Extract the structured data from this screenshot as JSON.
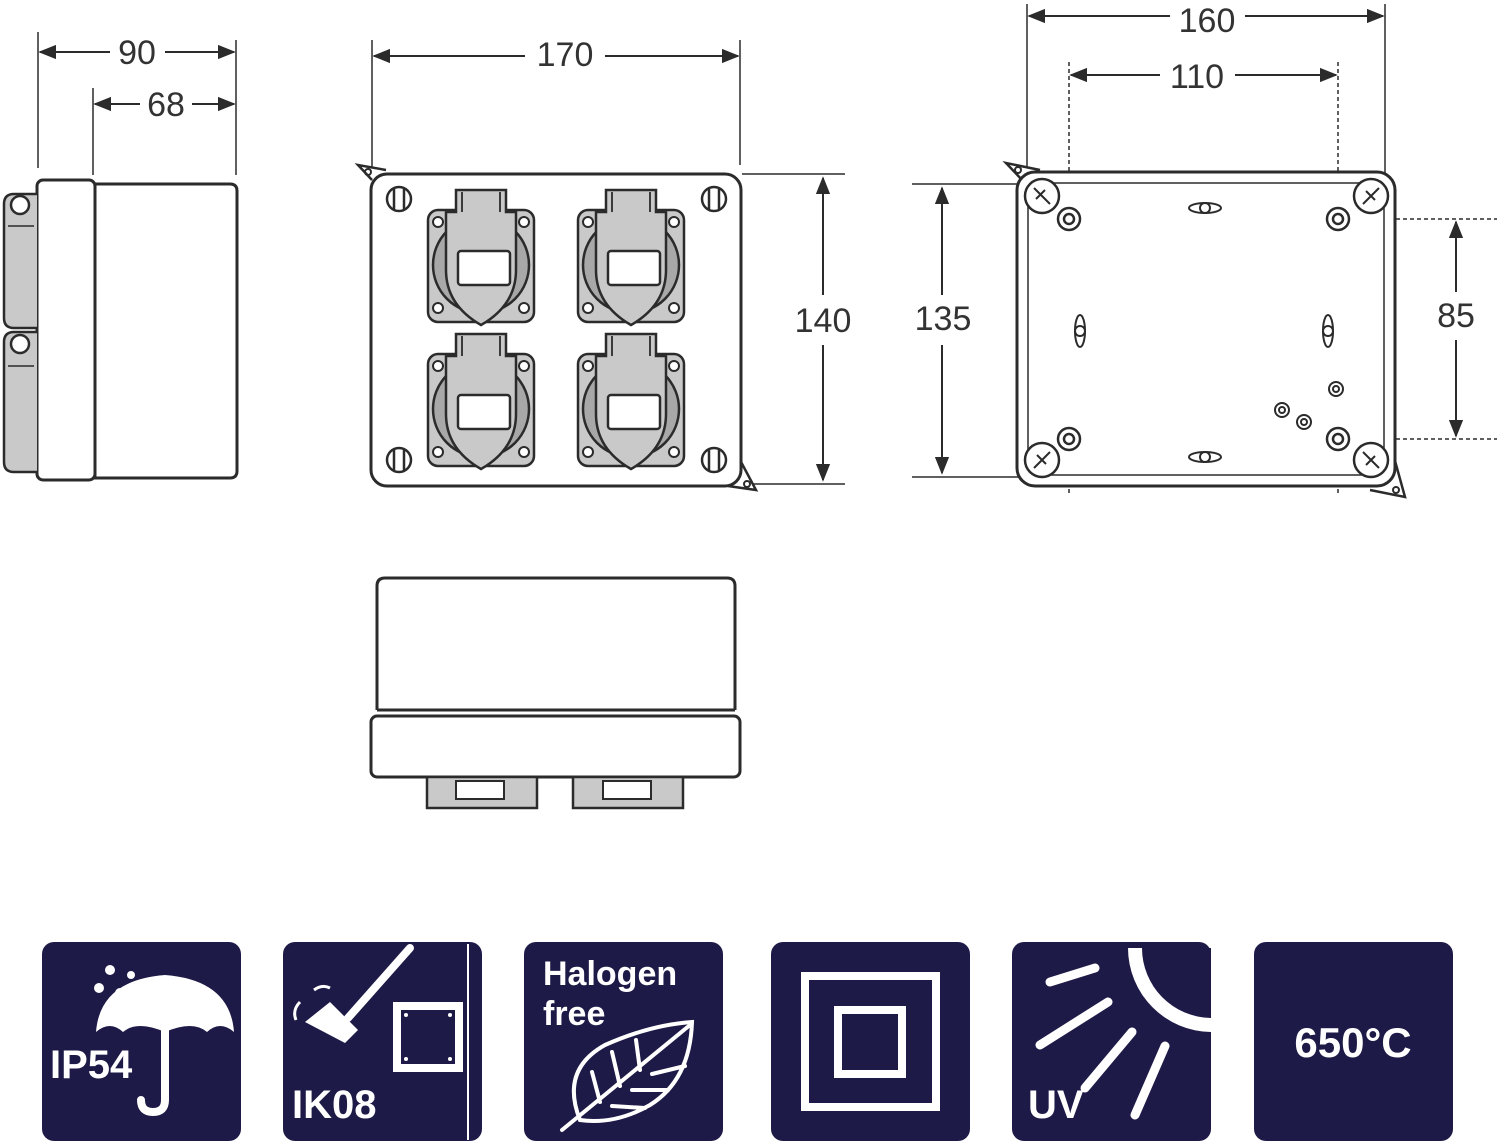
{
  "dimensions": {
    "side_total": "90",
    "side_inner": "68",
    "front_width": "170",
    "front_height": "140",
    "back_width": "160",
    "back_hole_spacing_x": "110",
    "back_height": "135",
    "back_hole_spacing_y": "85"
  },
  "badges": [
    {
      "id": "ip",
      "label": "IP54",
      "icon": "umbrella-rain-icon"
    },
    {
      "id": "ik",
      "label": "IK08",
      "icon": "hammer-impact-icon"
    },
    {
      "id": "halogen",
      "line1": "Halogen",
      "line2": "free",
      "icon": "leaf-icon"
    },
    {
      "id": "class2",
      "icon": "double-square-icon"
    },
    {
      "id": "uv",
      "label": "UV",
      "icon": "sun-icon"
    },
    {
      "id": "glow",
      "label": "650°C"
    }
  ],
  "colors": {
    "line": "#2b2b2b",
    "socket_fill": "#c9c9c9",
    "badge_bg": "#1d1a47"
  }
}
